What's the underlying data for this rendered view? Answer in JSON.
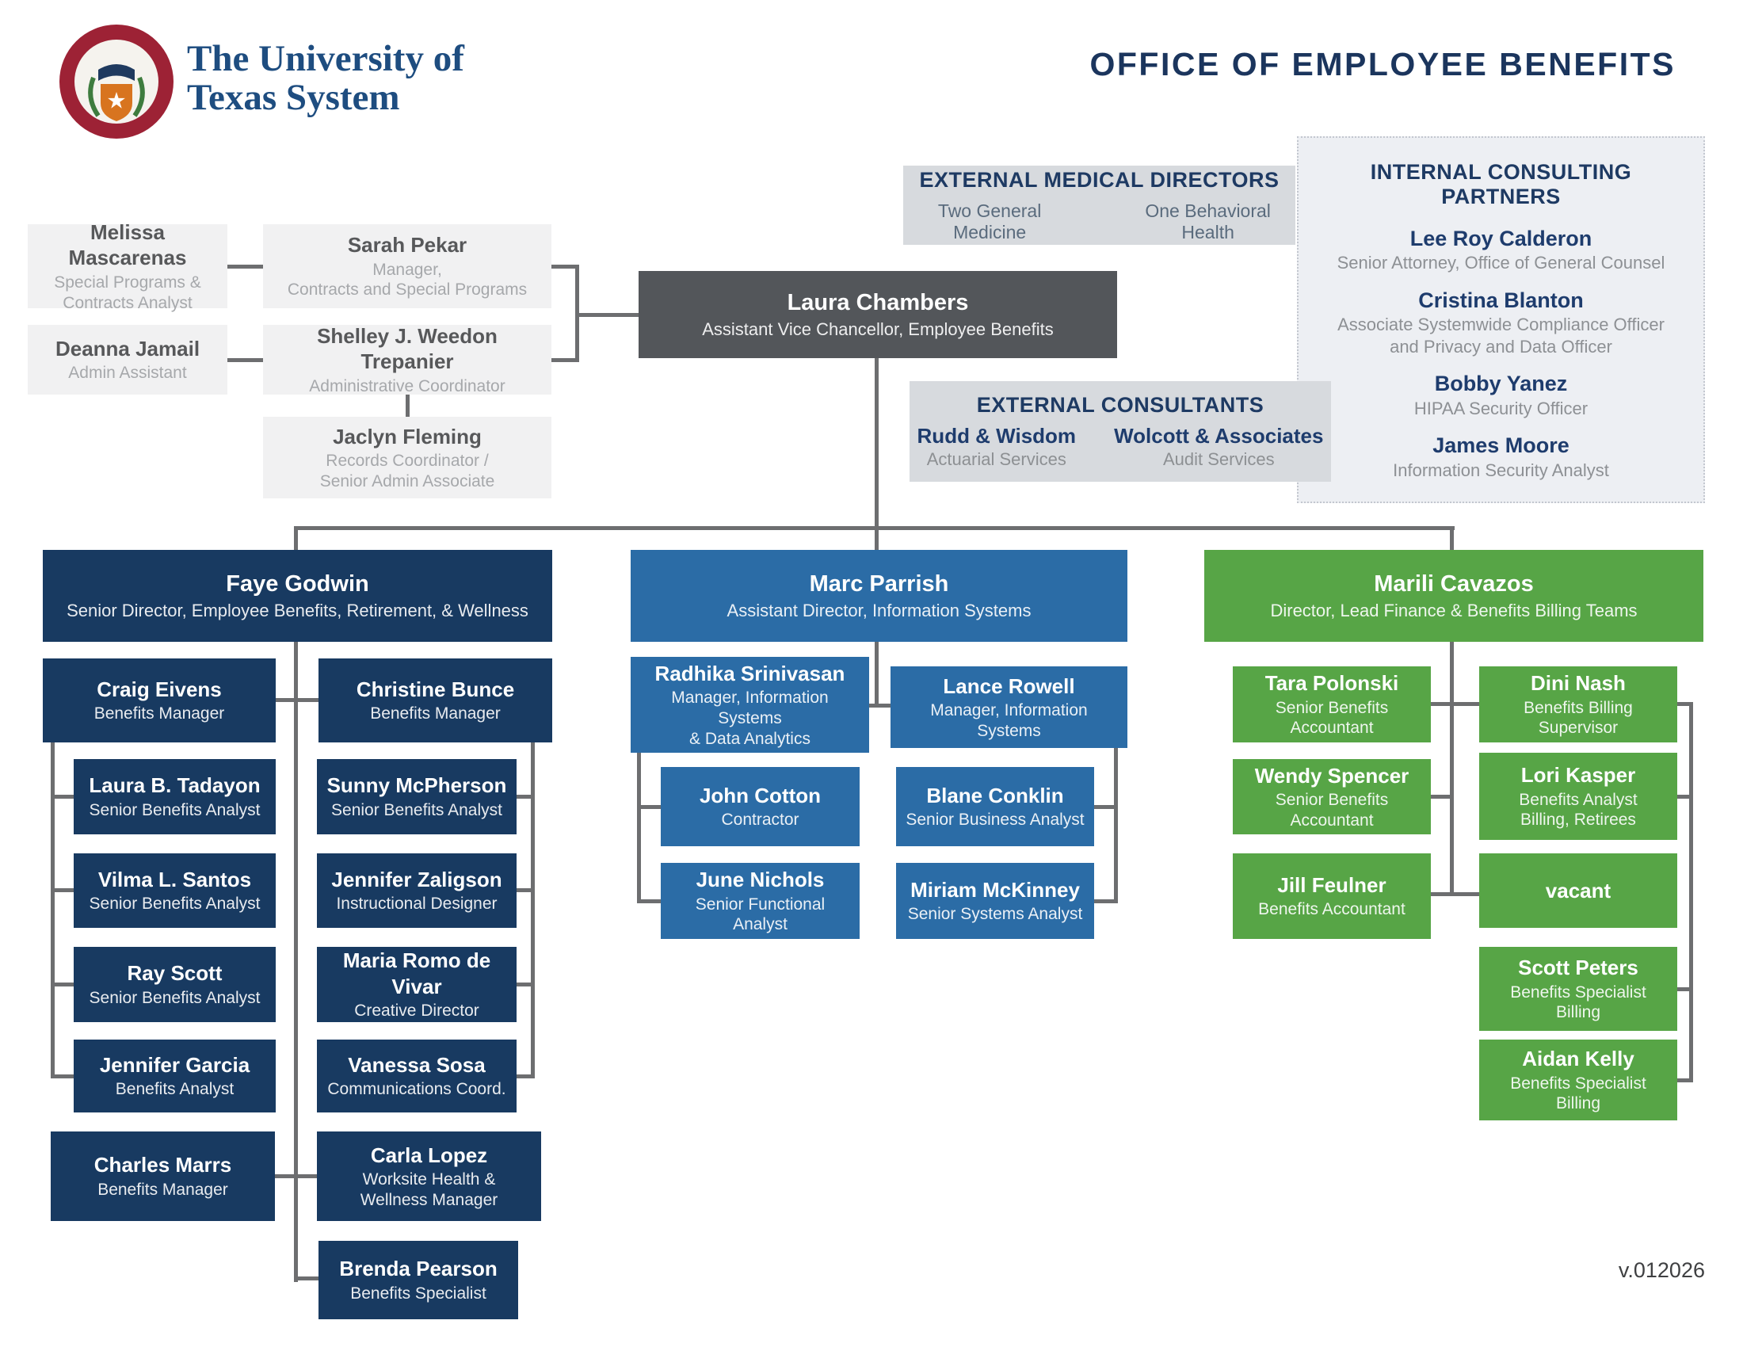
{
  "header": {
    "logo_line1": "The University of",
    "logo_line2": "Texas System",
    "page_title": "OFFICE OF EMPLOYEE BENEFITS",
    "version": "v.012026"
  },
  "external_medical_directors": {
    "header": "EXTERNAL MEDICAL DIRECTORS",
    "items": [
      "Two General Medicine",
      "One Behavioral Health"
    ]
  },
  "external_consultants": {
    "header": "EXTERNAL CONSULTANTS",
    "firms": [
      {
        "name": "Rudd & Wisdom",
        "service": "Actuarial Services"
      },
      {
        "name": "Wolcott & Associates",
        "service": "Audit Services"
      }
    ]
  },
  "internal_consulting_partners": {
    "header": "INTERNAL CONSULTING PARTNERS",
    "people": [
      {
        "name": "Lee Roy Calderon",
        "title": "Senior Attorney, Office of General Counsel"
      },
      {
        "name": "Cristina Blanton",
        "title": "Associate Systemwide Compliance Officer\nand Privacy and Data Officer"
      },
      {
        "name": "Bobby Yanez",
        "title": "HIPAA Security Officer"
      },
      {
        "name": "James Moore",
        "title": "Information Security Analyst"
      }
    ]
  },
  "org": {
    "melissa": {
      "name": "Melissa Mascarenas",
      "title": "Special Programs &\nContracts Analyst"
    },
    "sarah": {
      "name": "Sarah Pekar",
      "title": "Manager,\nContracts and Special Programs"
    },
    "deanna": {
      "name": "Deanna Jamail",
      "title": "Admin Assistant"
    },
    "shelley": {
      "name": "Shelley J. Weedon Trepanier",
      "title": "Administrative Coordinator"
    },
    "jaclyn": {
      "name": "Jaclyn Fleming",
      "title": "Records Coordinator /\nSenior Admin Associate"
    },
    "laura": {
      "name": "Laura Chambers",
      "title": "Assistant Vice Chancellor, Employee Benefits"
    },
    "faye": {
      "name": "Faye Godwin",
      "title": "Senior Director, Employee Benefits, Retirement, & Wellness"
    },
    "craig": {
      "name": "Craig Eivens",
      "title": "Benefits Manager"
    },
    "christine": {
      "name": "Christine Bunce",
      "title": "Benefits Manager"
    },
    "tadayon": {
      "name": "Laura B. Tadayon",
      "title": "Senior Benefits Analyst"
    },
    "vilma": {
      "name": "Vilma L. Santos",
      "title": "Senior Benefits Analyst"
    },
    "ray": {
      "name": "Ray Scott",
      "title": "Senior Benefits Analyst"
    },
    "garcia": {
      "name": "Jennifer Garcia",
      "title": "Benefits Analyst"
    },
    "charles": {
      "name": "Charles Marrs",
      "title": "Benefits Manager"
    },
    "sunny": {
      "name": "Sunny McPherson",
      "title": "Senior Benefits Analyst"
    },
    "zaligson": {
      "name": "Jennifer Zaligson",
      "title": "Instructional Designer"
    },
    "maria": {
      "name": "Maria Romo de Vivar",
      "title": "Creative Director"
    },
    "vanessa": {
      "name": "Vanessa Sosa",
      "title": "Communications Coord."
    },
    "carla": {
      "name": "Carla Lopez",
      "title": "Worksite Health &\nWellness Manager"
    },
    "brenda": {
      "name": "Brenda Pearson",
      "title": "Benefits Specialist"
    },
    "marc": {
      "name": "Marc Parrish",
      "title": "Assistant Director, Information Systems"
    },
    "radhika": {
      "name": "Radhika Srinivasan",
      "title": "Manager, Information Systems\n& Data Analytics"
    },
    "lance": {
      "name": "Lance Rowell",
      "title": "Manager, Information Systems"
    },
    "john": {
      "name": "John Cotton",
      "title": "Contractor"
    },
    "june": {
      "name": "June Nichols",
      "title": "Senior Functional Analyst"
    },
    "blane": {
      "name": "Blane Conklin",
      "title": "Senior Business Analyst"
    },
    "miriam": {
      "name": "Miriam McKinney",
      "title": "Senior Systems Analyst"
    },
    "marili": {
      "name": "Marili Cavazos",
      "title": "Director, Lead Finance & Benefits Billing Teams"
    },
    "tara": {
      "name": "Tara Polonski",
      "title": "Senior Benefits Accountant"
    },
    "dini": {
      "name": "Dini Nash",
      "title": "Benefits Billing Supervisor"
    },
    "wendy": {
      "name": "Wendy Spencer",
      "title": "Senior Benefits Accountant"
    },
    "lori": {
      "name": "Lori Kasper",
      "title": "Benefits Analyst\nBilling, Retirees"
    },
    "jill": {
      "name": "Jill Feulner",
      "title": "Benefits Accountant"
    },
    "vacant": {
      "name": "vacant",
      "title": ""
    },
    "scott": {
      "name": "Scott Peters",
      "title": "Benefits Specialist\nBilling"
    },
    "aidan": {
      "name": "Aidan Kelly",
      "title": "Benefits Specialist\nBilling"
    }
  },
  "colors": {
    "navy_box": "#183a61",
    "blue_box": "#2b6ca6",
    "green_box": "#57a546",
    "dark_gray_box": "#53565a",
    "light_gray_box": "#f1f1f2",
    "panel_gray": "#d7dade",
    "connector_gray": "#6d6e70",
    "title_navy": "#1b355d",
    "logo_navy": "#1e4d80",
    "seal_red": "#9d2235"
  }
}
